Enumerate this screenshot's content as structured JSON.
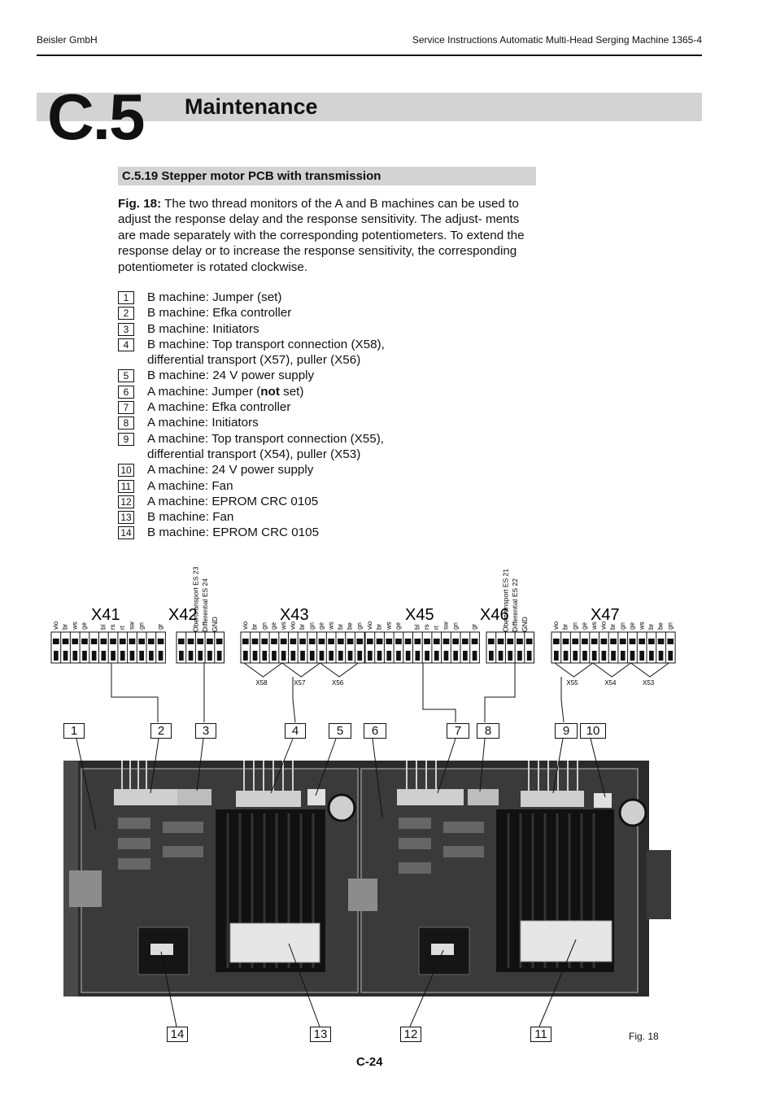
{
  "header": {
    "company": "Beisler GmbH",
    "doc_title": "Service Instructions Automatic Multi-Head Serging Machine 1365-4"
  },
  "chapter": {
    "number": "C.5",
    "title": "Maintenance"
  },
  "section": {
    "title": "C.5.19  Stepper motor PCB with transmission"
  },
  "intro": {
    "figref": "Fig. 18:",
    "text": "The two thread monitors of the A and B machines can be used to adjust the response delay and the response sensitivity. The adjust- ments are made separately with the corresponding potentiometers. To extend the response delay or to increase the response sensitivity, the corresponding potentiometer is rotated clockwise."
  },
  "legend": [
    {
      "num": "1",
      "lines": [
        "B machine: Jumper (set)"
      ]
    },
    {
      "num": "2",
      "lines": [
        "B machine: Efka controller"
      ]
    },
    {
      "num": "3",
      "lines": [
        "B machine: Initiators"
      ]
    },
    {
      "num": "4",
      "lines": [
        "B machine: Top transport connection (X58),",
        "differential transport (X57), puller (X56)"
      ]
    },
    {
      "num": "5",
      "lines": [
        "B machine: 24 V power supply"
      ]
    },
    {
      "num": "6",
      "pre": "A machine: Jumper (",
      "bold": "not",
      "post": " set)"
    },
    {
      "num": "7",
      "lines": [
        "A machine: Efka controller"
      ]
    },
    {
      "num": "8",
      "lines": [
        "A machine: Initiators"
      ]
    },
    {
      "num": "9",
      "lines": [
        "A machine: Top transport connection (X55),",
        "differential transport (X54), puller (X53)"
      ]
    },
    {
      "num": "10",
      "lines": [
        "A machine: 24 V power supply"
      ]
    },
    {
      "num": "11",
      "lines": [
        "A machine: Fan"
      ]
    },
    {
      "num": "12",
      "lines": [
        "A machine: EPROM CRC 0105"
      ]
    },
    {
      "num": "13",
      "lines": [
        "B machine: Fan"
      ]
    },
    {
      "num": "14",
      "lines": [
        "B machine: EPROM CRC 0105"
      ]
    }
  ],
  "figure": {
    "connectors": [
      {
        "name": "X41",
        "wires": [
          "vio",
          "br",
          "ws",
          "ge",
          "",
          "bl",
          "rs",
          "rt",
          "sw",
          "gn",
          "",
          "gr"
        ]
      },
      {
        "name": "X42",
        "wires": [
          "Oberttransport ES 23",
          "Differential ES 24",
          "GND"
        ]
      },
      {
        "name": "X43",
        "wires": [
          "vio",
          "br",
          "gn",
          "ge",
          "ws",
          "vio",
          "br",
          "gn",
          "ge",
          "ws",
          "br",
          "be",
          "gn"
        ]
      },
      {
        "name": "X45",
        "wires": [
          "vio",
          "br",
          "ws",
          "ge",
          "",
          "bl",
          "rs",
          "rt",
          "sw",
          "gn",
          "",
          "gr"
        ]
      },
      {
        "name": "X46",
        "wires": [
          "Obertransport ES 21",
          "Differential ES 22",
          "GND"
        ]
      },
      {
        "name": "X47",
        "wires": [
          "vio",
          "br",
          "gn",
          "ge",
          "ws",
          "vio",
          "br",
          "gn",
          "ge",
          "ws",
          "br",
          "be",
          "gn"
        ]
      }
    ],
    "sub_labels_b": [
      "X58",
      "X57",
      "X56"
    ],
    "sub_labels_a": [
      "X55",
      "X54",
      "X53"
    ],
    "board_labels": [
      "1",
      "2",
      "3",
      "4",
      "5",
      "6",
      "7",
      "8",
      "9",
      "10"
    ],
    "bottom_labels": [
      "14",
      "13",
      "12",
      "11"
    ],
    "caption": "Fig. 18"
  },
  "page_number": "C-24"
}
